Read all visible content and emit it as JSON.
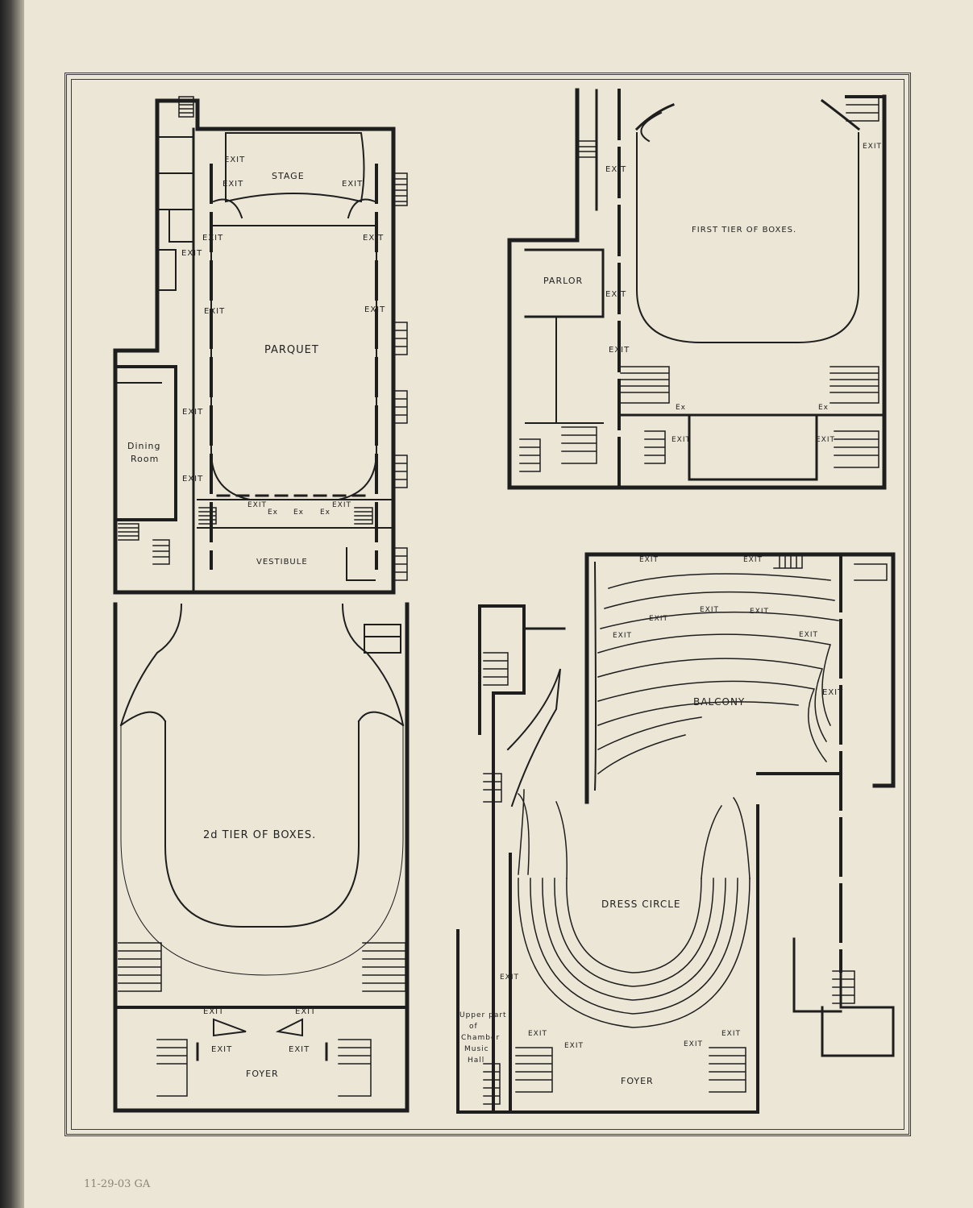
{
  "plans": {
    "parquet": {
      "stage": "STAGE",
      "parquet": "PARQUET",
      "dining": [
        "Dining",
        "Room"
      ],
      "vestibule": "VESTIBULE",
      "exit": "EXIT",
      "ex": "Ex"
    },
    "first_tier": {
      "title": "FIRST TIER OF BOXES.",
      "parlor": "PARLOR",
      "exit": "EXIT",
      "ex": "Ex"
    },
    "second_tier": {
      "title": "2d TIER OF BOXES.",
      "foyer": "FOYER",
      "exit": "EXIT"
    },
    "balcony_dress": {
      "balcony": "BALCONY",
      "dress_circle": "DRESS CIRCLE",
      "foyer": "FOYER",
      "chamber": [
        "Upper part",
        "of",
        "Chamber",
        "Music",
        "Hall"
      ],
      "exit": "EXIT"
    }
  },
  "margin_note": "11-29-03 GA"
}
